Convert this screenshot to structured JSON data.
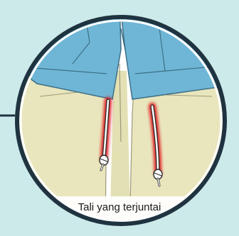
{
  "caption": "Tali yang terjuntai",
  "colors": {
    "background": "#cdeaea",
    "magnifier_ring": "#1f3340",
    "circle_fill": "#ffffff",
    "shorts": "#6fb6d6",
    "legs": "#e9e6bd",
    "drawstring": "#ffffff",
    "drawstring_glow": "#e0141c"
  },
  "icons": [
    "magnifier-circle",
    "pointer-line",
    "drawstring-knot"
  ]
}
